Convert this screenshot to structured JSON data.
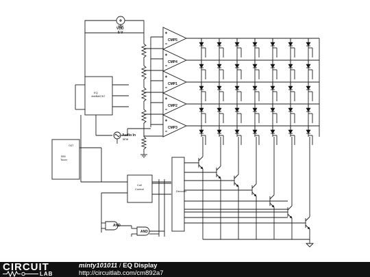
{
  "schematic": {
    "vdd_label": "VDD",
    "vdd_value": "5 V",
    "comparators": [
      "CMP5",
      "CMP4",
      "CMP1",
      "CMP2",
      "CMP3"
    ],
    "audio_label": "Audio In",
    "audio_sub": "sine",
    "counter_label": "EQ",
    "counter_sub": "4bit/8bit/CNT",
    "timer_label": "555",
    "timer_sub": "Timer",
    "timer_pin": "OUT",
    "latch_label": "Coil",
    "latch_sub": "Control",
    "decoder_label": "Decoder",
    "and_gates": [
      "AND",
      "AND"
    ]
  },
  "footer": {
    "logo_top": "CIRCUIT",
    "logo_bottom": "LAB",
    "author": "minty101011",
    "separator": " / ",
    "project": "EQ Display",
    "url": "http://circuitlab.com/cm892a7"
  }
}
